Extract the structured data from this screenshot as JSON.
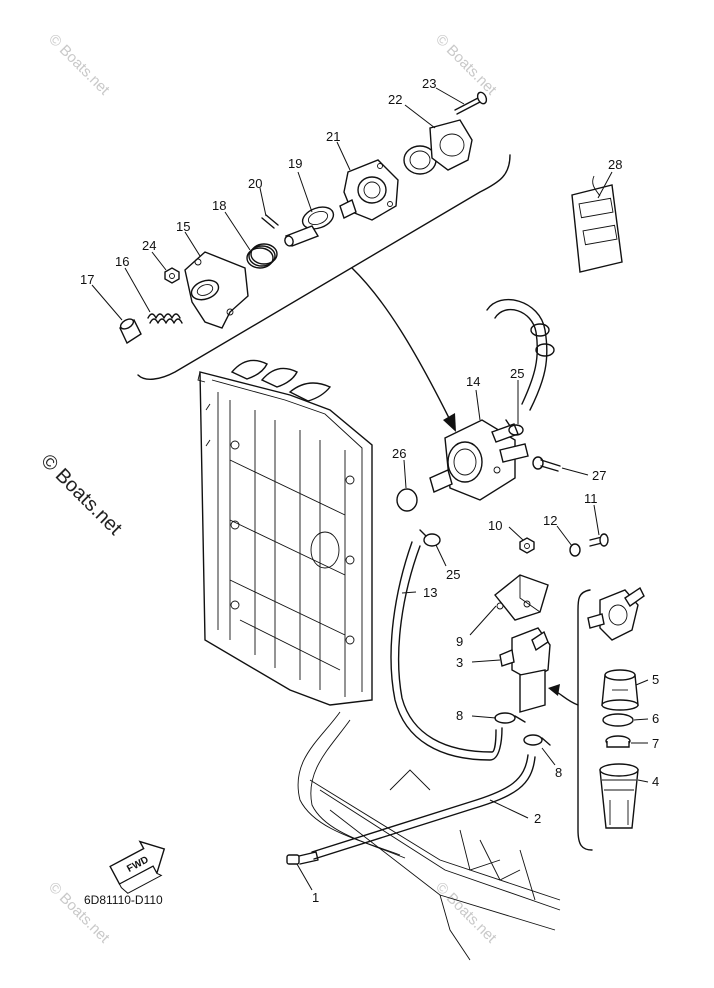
{
  "diagram_code": "6D81110-D110",
  "fwd_label": "FWD",
  "watermark": "© Boats.net",
  "callouts": {
    "c1": "1",
    "c2": "2",
    "c3": "3",
    "c4": "4",
    "c5": "5",
    "c6": "6",
    "c7": "7",
    "c8a": "8",
    "c8b": "8",
    "c9": "9",
    "c10": "10",
    "c11": "11",
    "c12": "12",
    "c13": "13",
    "c14": "14",
    "c15": "15",
    "c16": "16",
    "c17": "17",
    "c18": "18",
    "c19": "19",
    "c20": "20",
    "c21": "21",
    "c22": "22",
    "c23": "23",
    "c24": "24",
    "c25a": "25",
    "c25b": "25",
    "c26": "26",
    "c27": "27",
    "c28": "28"
  }
}
